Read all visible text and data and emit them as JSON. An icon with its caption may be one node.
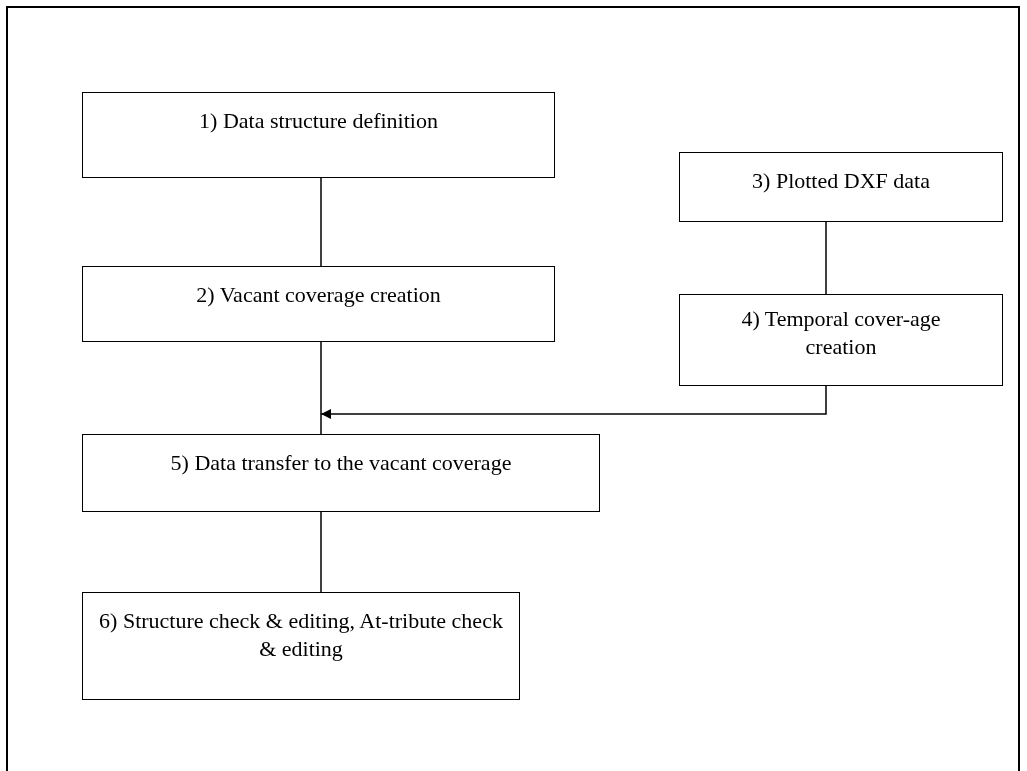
{
  "diagram": {
    "nodes": [
      {
        "text": [
          "1) Data structure definition"
        ]
      },
      {
        "text": [
          "2) Vacant coverage creation"
        ]
      },
      {
        "text": [
          "3) Plotted DXF data"
        ]
      },
      {
        "text": [
          "4) Temporal cover-age creation"
        ]
      },
      {
        "text": [
          "5) Data transfer to the vacant coverage"
        ]
      },
      {
        "text": [
          "6) Structure check & editing, At-tribute check & editing"
        ]
      }
    ],
    "edges": [
      {
        "from": 0,
        "to": 1,
        "arrow": "none"
      },
      {
        "from": 1,
        "to": 4,
        "arrow": "none"
      },
      {
        "from": 2,
        "to": 3,
        "arrow": "none"
      },
      {
        "from": 3,
        "to": 4,
        "arrow": "to"
      },
      {
        "from": 4,
        "to": 5,
        "arrow": "none"
      }
    ]
  }
}
